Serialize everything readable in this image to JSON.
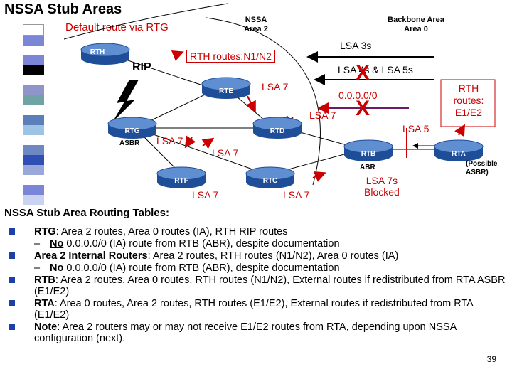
{
  "title": "NSSA Stub Areas",
  "subtitle": "Default route via RTG",
  "areas": {
    "nssa": [
      "NSSA",
      "Area 2"
    ],
    "backbone": [
      "Backbone Area",
      "Area 0"
    ]
  },
  "labels": {
    "rip": "RIP",
    "rth_routes": "RTH routes:N1/N2",
    "lsa3": "LSA 3s",
    "lsa45": "LSA 4s & LSA 5s",
    "default_route": "0.0.0.0/0",
    "lsa7_rte": "LSA 7",
    "lsa7_rtd": "LSA 7",
    "lsa7_rtg": "LSA 7",
    "lsa7_mid": "LSA 7",
    "lsa7_rtf": "LSA 7",
    "lsa7_rtc": "LSA 7",
    "lsa5": "LSA 5",
    "lsa7_blocked": [
      "LSA 7s",
      "Blocked"
    ],
    "rth_routes_e": [
      "RTH",
      "routes:",
      "E1/E2"
    ],
    "x_mark": "X",
    "asbr_g": "ASBR",
    "abr_b": "ABR",
    "possible_asbr": [
      "(Possible",
      "ASBR)"
    ]
  },
  "routers": [
    "RTH",
    "RTE",
    "RTG",
    "RTD",
    "RTF",
    "RTC",
    "RTB",
    "RTA"
  ],
  "colors": {
    "router_body": "#1f4e99",
    "router_top": "#5f8fd1",
    "accent_red": "#cc0000",
    "purple": "#6a1b6a",
    "bullet": "#1c3fa8"
  },
  "section_title": "NSSA Stub Area Routing Tables:",
  "bullets": [
    {
      "type": "main",
      "bold": "RTG",
      "text": ":  Area 2 routes, Area 0 routes (IA), RTH RIP routes"
    },
    {
      "type": "sub",
      "u": "No",
      "text": " 0.0.0.0/0 (IA) route from RTB (ABR), despite documentation"
    },
    {
      "type": "main",
      "bold": "Area 2 Internal Routers",
      "text": ": Area 2 routes, RTH routes (N1/N2), Area 0 routes (IA)"
    },
    {
      "type": "sub",
      "u": "No",
      "text": " 0.0.0.0/0 (IA) route from RTB (ABR), despite documentation"
    },
    {
      "type": "main",
      "bold": "RTB",
      "text": ":  Area 2 routes, Area 0 routes, RTH routes (N1/N2), External routes if redistributed from RTA ASBR (E1/E2)"
    },
    {
      "type": "main",
      "bold": "RTA",
      "text": ":  Area 0 routes, Area 2 routes, RTH routes (E1/E2), External routes if redistributed from RTA (E1/E2)"
    },
    {
      "type": "main",
      "bold": "Note",
      "text": ": Area 2 routers may or may not receive E1/E2 routes from RTA, depending upon NSSA configuration (next)."
    }
  ],
  "page_number": "39"
}
